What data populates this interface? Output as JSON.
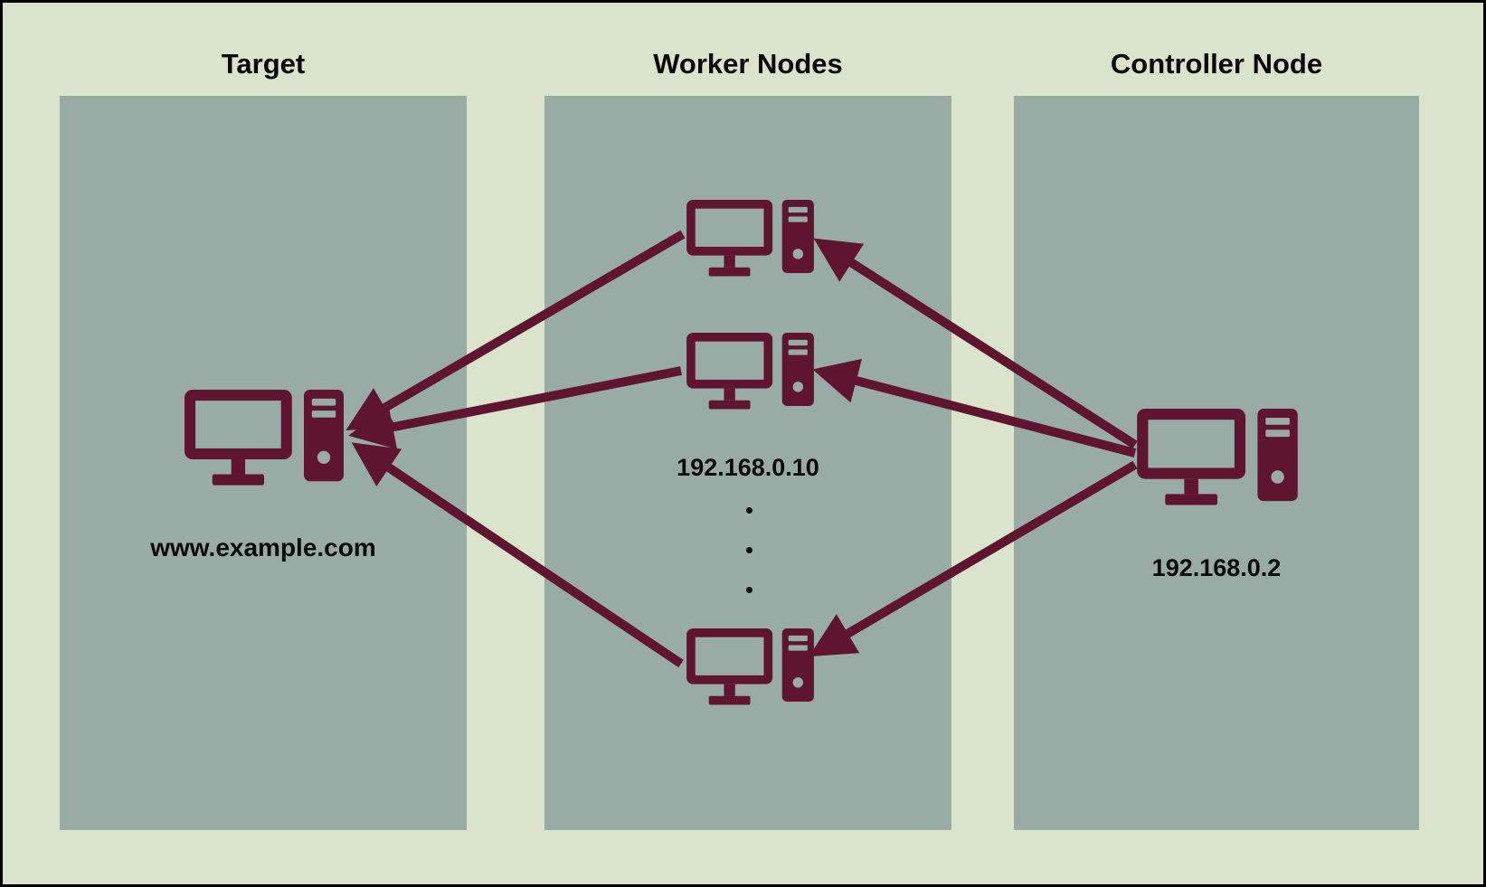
{
  "diagram_title": "DDoS botnet architecture diagram",
  "target": {
    "heading": "Target",
    "label": "www.example.com",
    "icon": "desktop-computer-icon"
  },
  "workers": {
    "heading": "Worker Nodes",
    "label": "192.168.0.10",
    "visible_node_count": 3,
    "ellipsis_dot_count": 3,
    "icon": "desktop-computer-icon"
  },
  "controller": {
    "heading": "Controller Node",
    "label": "192.168.0.2",
    "icon": "desktop-computer-icon"
  },
  "connections": [
    {
      "from": "worker-1",
      "to": "target"
    },
    {
      "from": "worker-2",
      "to": "target"
    },
    {
      "from": "worker-3",
      "to": "target"
    },
    {
      "from": "controller",
      "to": "worker-1"
    },
    {
      "from": "controller",
      "to": "worker-2"
    },
    {
      "from": "controller",
      "to": "worker-3"
    }
  ],
  "colors": {
    "background": "#dae3cb",
    "panel": "#98aca5",
    "accent": "#5f1530",
    "text": "#0a0a0a",
    "border": "#000000"
  }
}
